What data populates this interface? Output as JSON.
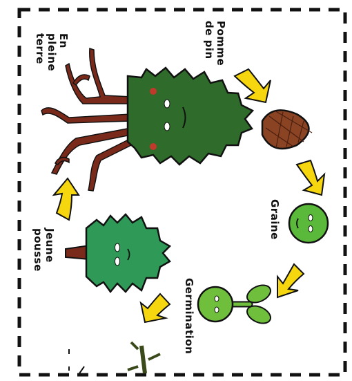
{
  "title": "",
  "stages": {
    "pomme_de_pin": {
      "line1": "Pomme",
      "line2": "de pin"
    },
    "graine": {
      "line1": "Graine"
    },
    "germination": {
      "line1": "Germination"
    },
    "jeune_pousse": {
      "line1": "Jeune",
      "line2": "pousse"
    },
    "en_pleine_terre": {
      "line1": "En",
      "line2": "pleine",
      "line3": "terre"
    }
  },
  "colors": {
    "border": "#111111",
    "arrow_fill": "#f5d60f",
    "arrow_stroke": "#111111",
    "tree_dark_green": "#2f6b2a",
    "tree_green": "#2f9a57",
    "trunk_brown": "#7a2a1a",
    "cone_brown": "#8a4323",
    "seed_green": "#5ab93a",
    "sprout_green": "#6fbf3c"
  }
}
